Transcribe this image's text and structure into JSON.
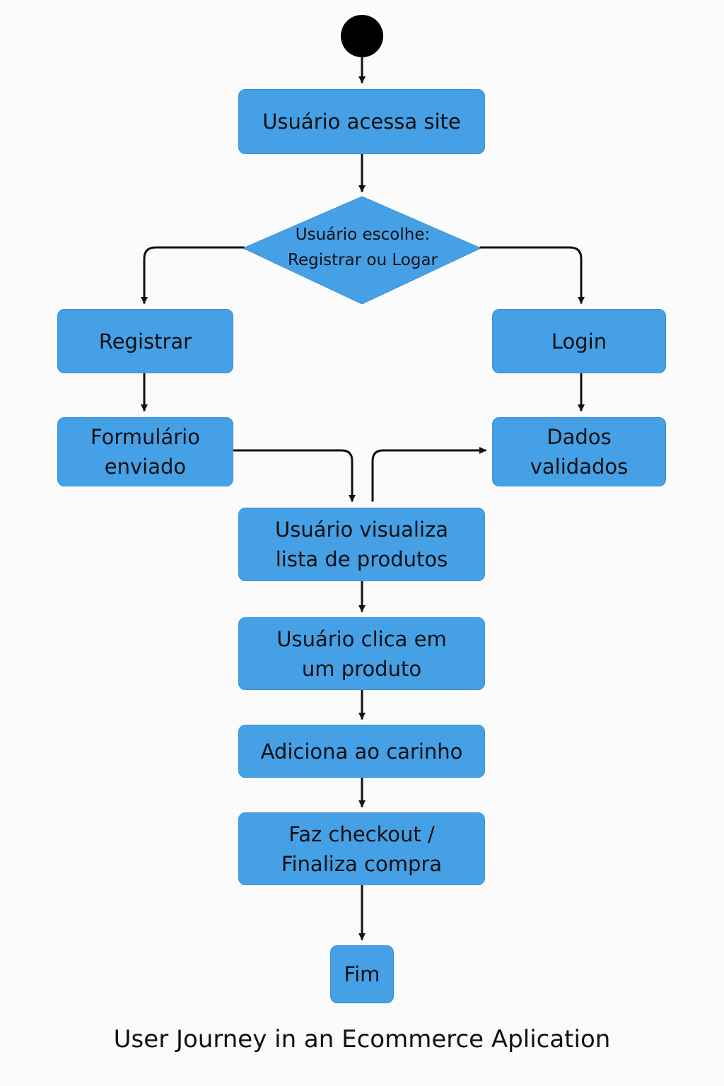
{
  "diagram": {
    "nodes": {
      "acessa_site": "Usuário acessa site",
      "decisao": "Usuário escolhe:\nRegistrar ou Logar",
      "registrar": "Registrar",
      "login": "Login",
      "formulario": "Formulário\nenviado",
      "dados": "Dados\nvalidados",
      "visualiza": "Usuário visualiza\nlista de produtos",
      "clica": "Usuário clica em\num produto",
      "adiciona": "Adiciona ao carinho",
      "checkout": "Faz checkout /\nFinaliza compra",
      "fim": "Fim"
    },
    "colors": {
      "node_fill": "#45a0e6",
      "edge": "#111111",
      "start": "#000000"
    }
  },
  "caption": "User Journey in an Ecommerce Aplication"
}
